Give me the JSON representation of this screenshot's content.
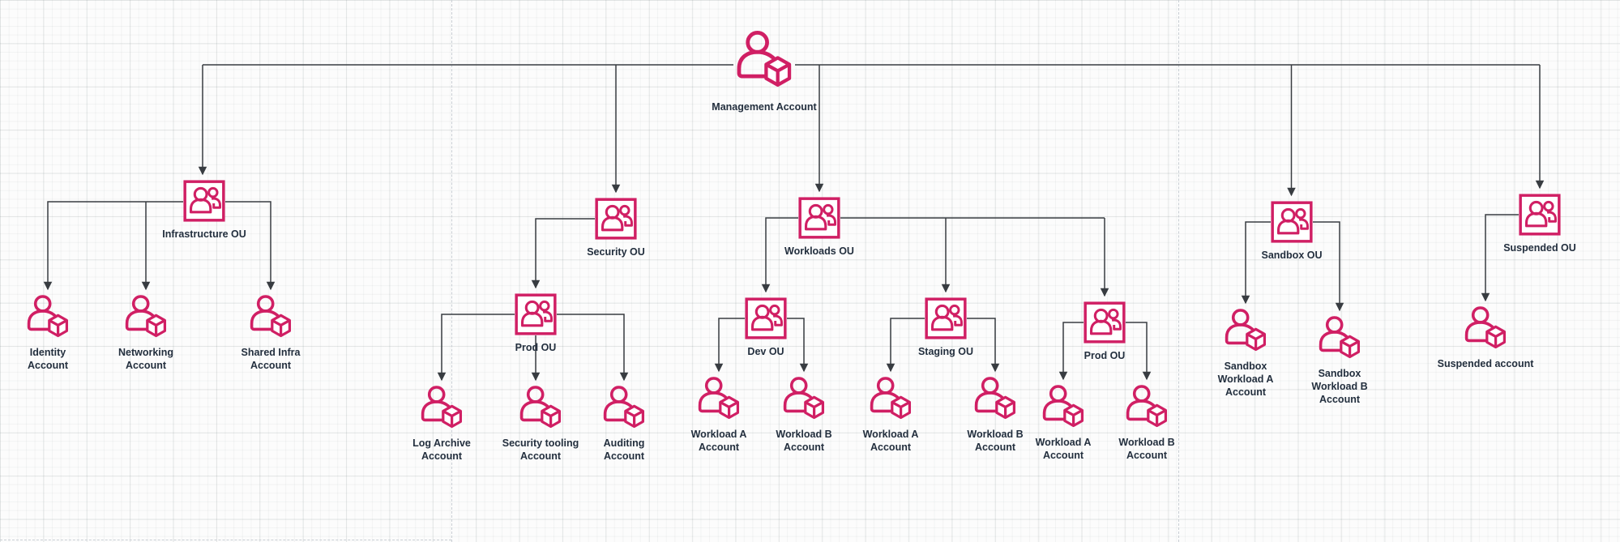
{
  "colors": {
    "accent": "#D01F64",
    "connector": "#383C41",
    "label_text": "#232F3E",
    "page_boundary": "#C9CED4",
    "background": "#FCFCFC"
  },
  "nodes": {
    "management": {
      "label": "Management Account",
      "type": "account"
    },
    "infrastructure_ou": {
      "label": "Infrastructure OU",
      "type": "ou"
    },
    "identity_account": {
      "label": "Identity Account",
      "type": "account"
    },
    "networking_account": {
      "label": "Networking Account",
      "type": "account"
    },
    "shared_infra_account": {
      "label": "Shared Infra Account",
      "type": "account"
    },
    "security_ou": {
      "label": "Security OU",
      "type": "ou"
    },
    "security_prod_ou": {
      "label": "Prod OU",
      "type": "ou"
    },
    "log_archive_account": {
      "label": "Log Archive Account",
      "type": "account"
    },
    "security_tooling_account": {
      "label": "Security tooling Account",
      "type": "account"
    },
    "auditing_account": {
      "label": "Auditing Account",
      "type": "account"
    },
    "workloads_ou": {
      "label": "Workloads OU",
      "type": "ou"
    },
    "dev_ou": {
      "label": "Dev OU",
      "type": "ou"
    },
    "staging_ou": {
      "label": "Staging OU",
      "type": "ou"
    },
    "workloads_prod_ou": {
      "label": "Prod OU",
      "type": "ou"
    },
    "dev_workload_a_account": {
      "label": "Workload A Account",
      "type": "account"
    },
    "dev_workload_b_account": {
      "label": "Workload B Account",
      "type": "account"
    },
    "staging_workload_a_account": {
      "label": "Workload A Account",
      "type": "account"
    },
    "staging_workload_b_account": {
      "label": "Workload B Account",
      "type": "account"
    },
    "prod_workload_a_account": {
      "label": "Workload A Account",
      "type": "account"
    },
    "prod_workload_b_account": {
      "label": "Workload B Account",
      "type": "account"
    },
    "sandbox_ou": {
      "label": "Sandbox OU",
      "type": "ou"
    },
    "sandbox_workload_a_account": {
      "label": "Sandbox Workload A Account",
      "type": "account"
    },
    "sandbox_workload_b_account": {
      "label": "Sandbox Workload B Account",
      "type": "account"
    },
    "suspended_ou": {
      "label": "Suspended OU",
      "type": "ou"
    },
    "suspended_account": {
      "label": "Suspended account",
      "type": "account"
    }
  },
  "structure": {
    "root": "management",
    "children": {
      "management": [
        "infrastructure_ou",
        "security_ou",
        "workloads_ou",
        "sandbox_ou",
        "suspended_ou"
      ],
      "infrastructure_ou": [
        "identity_account",
        "networking_account",
        "shared_infra_account"
      ],
      "security_ou": [
        "security_prod_ou"
      ],
      "security_prod_ou": [
        "log_archive_account",
        "security_tooling_account",
        "auditing_account"
      ],
      "workloads_ou": [
        "dev_ou",
        "staging_ou",
        "workloads_prod_ou"
      ],
      "dev_ou": [
        "dev_workload_a_account",
        "dev_workload_b_account"
      ],
      "staging_ou": [
        "staging_workload_a_account",
        "staging_workload_b_account"
      ],
      "workloads_prod_ou": [
        "prod_workload_a_account",
        "prod_workload_b_account"
      ],
      "sandbox_ou": [
        "sandbox_workload_a_account",
        "sandbox_workload_b_account"
      ],
      "suspended_ou": [
        "suspended_account"
      ]
    }
  }
}
